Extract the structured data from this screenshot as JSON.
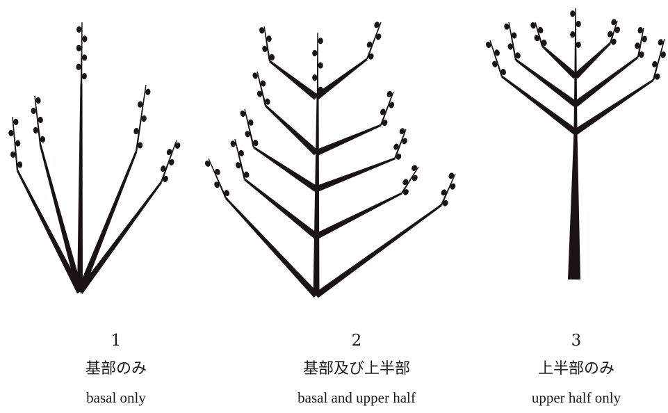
{
  "figures": [
    {
      "number": "1",
      "label_ja": "基部のみ",
      "label_en": "basal only"
    },
    {
      "number": "2",
      "label_ja": "基部及び上半部",
      "label_en": "basal and upper half"
    },
    {
      "number": "3",
      "label_ja": "上半部のみ",
      "label_en": "upper half only"
    }
  ],
  "colors": {
    "ink": "#1a1216",
    "background": "#ffffff"
  }
}
